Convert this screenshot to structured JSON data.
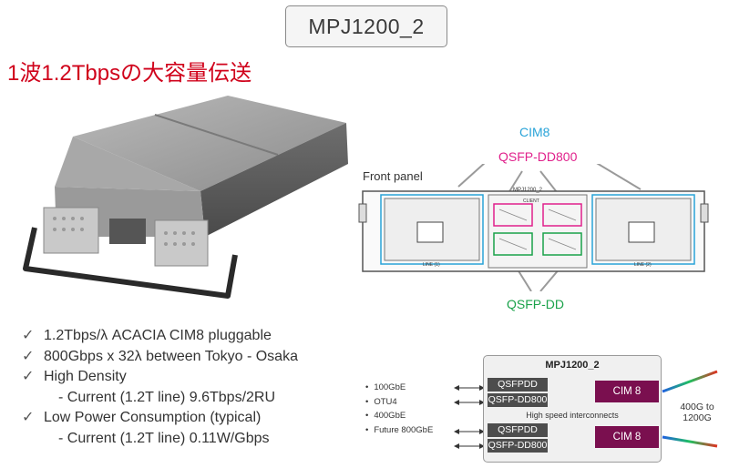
{
  "title": "MPJ1200_2",
  "subtitle": "1波1.2Tbpsの大容量伝送",
  "front_panel": {
    "label": "Front panel",
    "cim8_label": "CIM8",
    "qsfpdd800_label": "QSFP-DD800",
    "qsfpdd_label": "QSFP-DD",
    "panel_name": "MPJ1200_2",
    "client_label": "CLIENT",
    "line1": "LINE (1)",
    "line2": "LINE (2)"
  },
  "bullets": [
    {
      "text": "1.2Tbps/λ ACACIA CIM8 pluggable",
      "sub": false
    },
    {
      "text": "800Gbps x 32λ between Tokyo - Osaka",
      "sub": false
    },
    {
      "text": "High Density",
      "sub": false
    },
    {
      "text": "- Current (1.2T line)  9.6Tbps/2RU",
      "sub": true
    },
    {
      "text": "Low Power Consumption (typical)",
      "sub": false
    },
    {
      "text": "- Current (1.2T line)  0.11W/Gbps",
      "sub": true
    }
  ],
  "check_glyph": "✓",
  "diagram": {
    "title": "MPJ1200_2",
    "clients": [
      "100GbE",
      "OTU4",
      "400GbE",
      "Future 800GbE"
    ],
    "qsfpdd": "QSFPDD",
    "qsfpdd800": "QSFP-DD800",
    "cim8": "CIM 8",
    "interconnect": "High speed interconnects",
    "rate_line1": "400G to",
    "rate_line2": "1200G"
  },
  "colors": {
    "accent_red": "#d0021b",
    "cim8_blue": "#29a3d8",
    "qsfpdd800_pink": "#e0208b",
    "qsfpdd_green": "#1aa24a",
    "cim_block": "#7a0f4f"
  }
}
